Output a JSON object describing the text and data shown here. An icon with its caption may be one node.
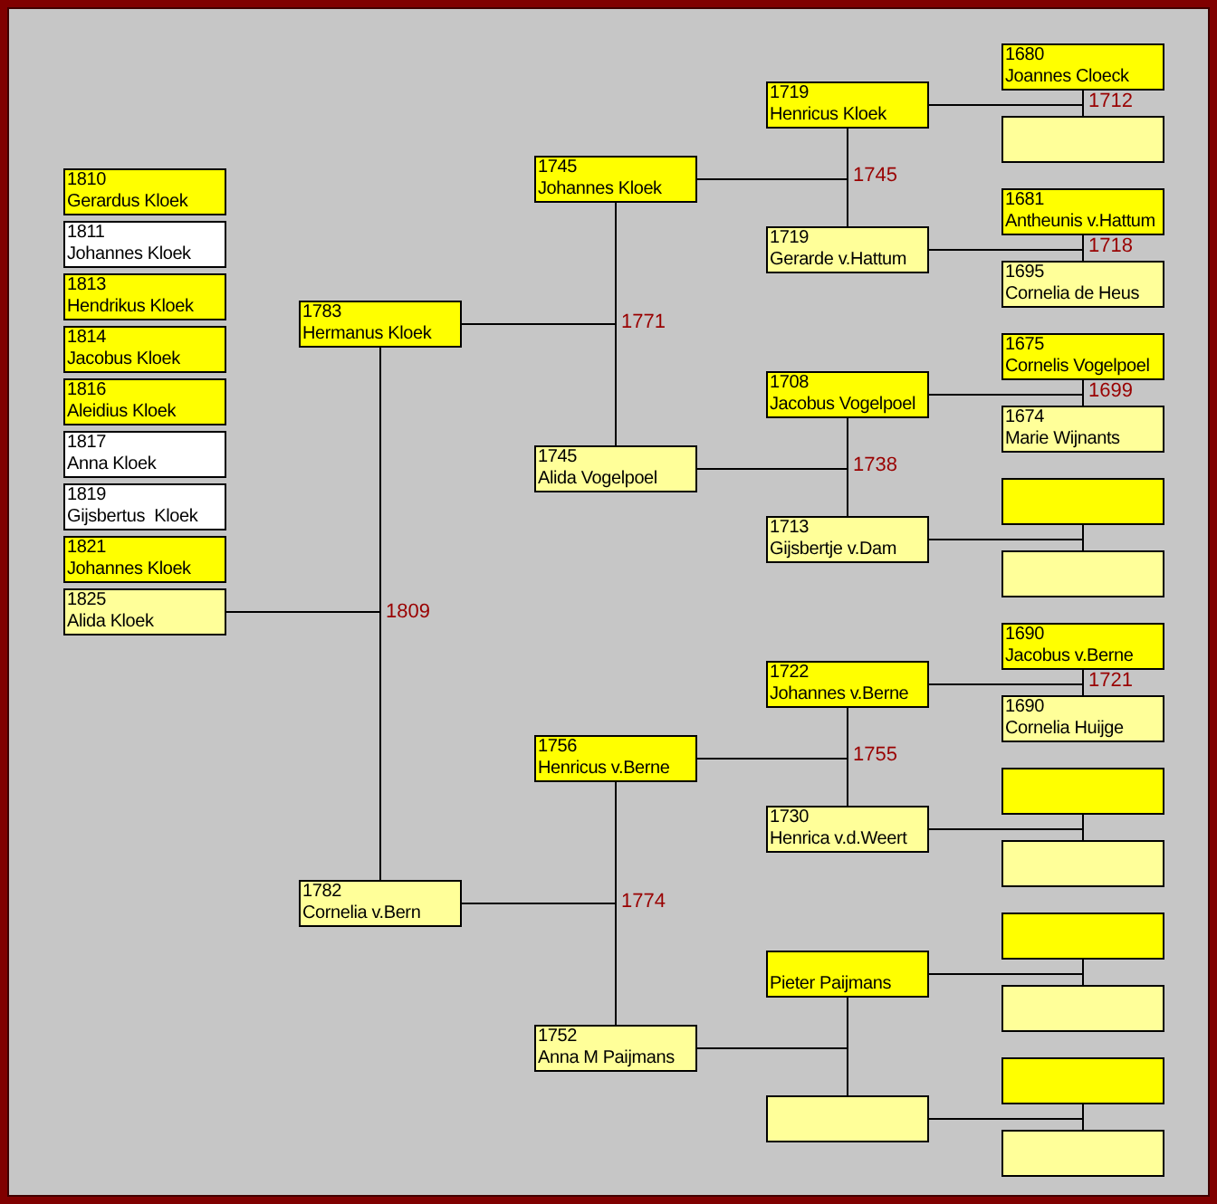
{
  "diagram": {
    "nodes": [
      {
        "text": [
          "1810",
          "Gerardus Kloek"
        ]
      },
      {
        "text": [
          "1811",
          "Johannes Kloek"
        ]
      },
      {
        "text": [
          "1813",
          "Hendrikus Kloek"
        ]
      },
      {
        "text": [
          "1814",
          "Jacobus Kloek"
        ]
      },
      {
        "text": [
          "1816",
          "Aleidius Kloek"
        ]
      },
      {
        "text": [
          "1817",
          "Anna Kloek"
        ]
      },
      {
        "text": [
          "1819",
          "Gijsbertus  Kloek"
        ]
      },
      {
        "text": [
          "1821",
          "Johannes Kloek"
        ]
      },
      {
        "text": [
          "1825",
          "Alida Kloek"
        ]
      },
      {
        "text": [
          "1783",
          "Hermanus Kloek"
        ]
      },
      {
        "text": [
          "1782",
          "Cornelia v.Bern"
        ]
      },
      {
        "text": [
          "1745",
          "Johannes Kloek"
        ]
      },
      {
        "text": [
          "1745",
          "Alida Vogelpoel"
        ]
      },
      {
        "text": [
          "1756",
          "Henricus v.Berne"
        ]
      },
      {
        "text": [
          "1752",
          "Anna M Paijmans"
        ]
      },
      {
        "text": [
          "1719",
          "Henricus Kloek"
        ]
      },
      {
        "text": [
          "1719",
          "Gerarde v.Hattum"
        ]
      },
      {
        "text": [
          "1708",
          "Jacobus Vogelpoel"
        ]
      },
      {
        "text": [
          "1713",
          "Gijsbertje v.Dam"
        ]
      },
      {
        "text": [
          "1722",
          "Johannes v.Berne"
        ]
      },
      {
        "text": [
          "1730",
          "Henrica v.d.Weert"
        ]
      },
      {
        "text": [
          "Pieter Paijmans"
        ]
      },
      {
        "text": [],
        "shape": "box"
      },
      {
        "text": [
          "1680",
          "Joannes Cloeck"
        ]
      },
      {
        "text": [],
        "shape": "box"
      },
      {
        "text": [
          "1681",
          "Antheunis v.Hattum"
        ]
      },
      {
        "text": [
          "1695",
          "Cornelia de Heus"
        ]
      },
      {
        "text": [
          "1675",
          "Cornelis Vogelpoel"
        ]
      },
      {
        "text": [
          "1674",
          "Marie Wijnants"
        ]
      },
      {
        "text": [],
        "shape": "box"
      },
      {
        "text": [],
        "shape": "box"
      },
      {
        "text": [
          "1690",
          "Jacobus v.Berne"
        ]
      },
      {
        "text": [
          "1690",
          "Cornelia Huijge"
        ]
      },
      {
        "text": [],
        "shape": "box"
      },
      {
        "text": [],
        "shape": "box"
      },
      {
        "text": [],
        "shape": "box"
      },
      {
        "text": [],
        "shape": "box"
      },
      {
        "text": [],
        "shape": "box"
      },
      {
        "text": [],
        "shape": "box"
      }
    ],
    "edges": [
      {
        "from": 9,
        "to": 10,
        "arrow": "none",
        "label": "1809"
      },
      {
        "from": 8,
        "to": 9,
        "arrow": "none"
      },
      {
        "from": 8,
        "to": 10,
        "arrow": "none"
      },
      {
        "from": 11,
        "to": 12,
        "arrow": "none",
        "label": "1771"
      },
      {
        "from": 9,
        "to": 11,
        "arrow": "none"
      },
      {
        "from": 9,
        "to": 12,
        "arrow": "none"
      },
      {
        "from": 13,
        "to": 14,
        "arrow": "none",
        "label": "1774"
      },
      {
        "from": 10,
        "to": 13,
        "arrow": "none"
      },
      {
        "from": 10,
        "to": 14,
        "arrow": "none"
      },
      {
        "from": 15,
        "to": 16,
        "arrow": "none",
        "label": "1745"
      },
      {
        "from": 11,
        "to": 15,
        "arrow": "none"
      },
      {
        "from": 11,
        "to": 16,
        "arrow": "none"
      },
      {
        "from": 17,
        "to": 18,
        "arrow": "none",
        "label": "1738"
      },
      {
        "from": 12,
        "to": 17,
        "arrow": "none"
      },
      {
        "from": 12,
        "to": 18,
        "arrow": "none"
      },
      {
        "from": 19,
        "to": 20,
        "arrow": "none",
        "label": "1755"
      },
      {
        "from": 13,
        "to": 19,
        "arrow": "none"
      },
      {
        "from": 13,
        "to": 20,
        "arrow": "none"
      },
      {
        "from": 21,
        "to": 22,
        "arrow": "none"
      },
      {
        "from": 14,
        "to": 21,
        "arrow": "none"
      },
      {
        "from": 14,
        "to": 22,
        "arrow": "none"
      },
      {
        "from": 23,
        "to": 24,
        "arrow": "none",
        "label": "1712"
      },
      {
        "from": 15,
        "to": 23,
        "arrow": "none"
      },
      {
        "from": 15,
        "to": 24,
        "arrow": "none"
      },
      {
        "from": 25,
        "to": 26,
        "arrow": "none",
        "label": "1718"
      },
      {
        "from": 16,
        "to": 25,
        "arrow": "none"
      },
      {
        "from": 16,
        "to": 26,
        "arrow": "none"
      },
      {
        "from": 27,
        "to": 28,
        "arrow": "none",
        "label": "1699"
      },
      {
        "from": 17,
        "to": 27,
        "arrow": "none"
      },
      {
        "from": 17,
        "to": 28,
        "arrow": "none"
      },
      {
        "from": 29,
        "to": 30,
        "arrow": "none"
      },
      {
        "from": 18,
        "to": 29,
        "arrow": "none"
      },
      {
        "from": 18,
        "to": 30,
        "arrow": "none"
      },
      {
        "from": 31,
        "to": 32,
        "arrow": "none",
        "label": "1721"
      },
      {
        "from": 19,
        "to": 31,
        "arrow": "none"
      },
      {
        "from": 19,
        "to": 32,
        "arrow": "none"
      },
      {
        "from": 33,
        "to": 34,
        "arrow": "none"
      },
      {
        "from": 20,
        "to": 33,
        "arrow": "none"
      },
      {
        "from": 20,
        "to": 34,
        "arrow": "none"
      },
      {
        "from": 35,
        "to": 36,
        "arrow": "none"
      },
      {
        "from": 21,
        "to": 35,
        "arrow": "none"
      },
      {
        "from": 21,
        "to": 36,
        "arrow": "none"
      },
      {
        "from": 37,
        "to": 38,
        "arrow": "none"
      },
      {
        "from": 22,
        "to": 37,
        "arrow": "none"
      },
      {
        "from": 22,
        "to": 38,
        "arrow": "none"
      }
    ]
  }
}
